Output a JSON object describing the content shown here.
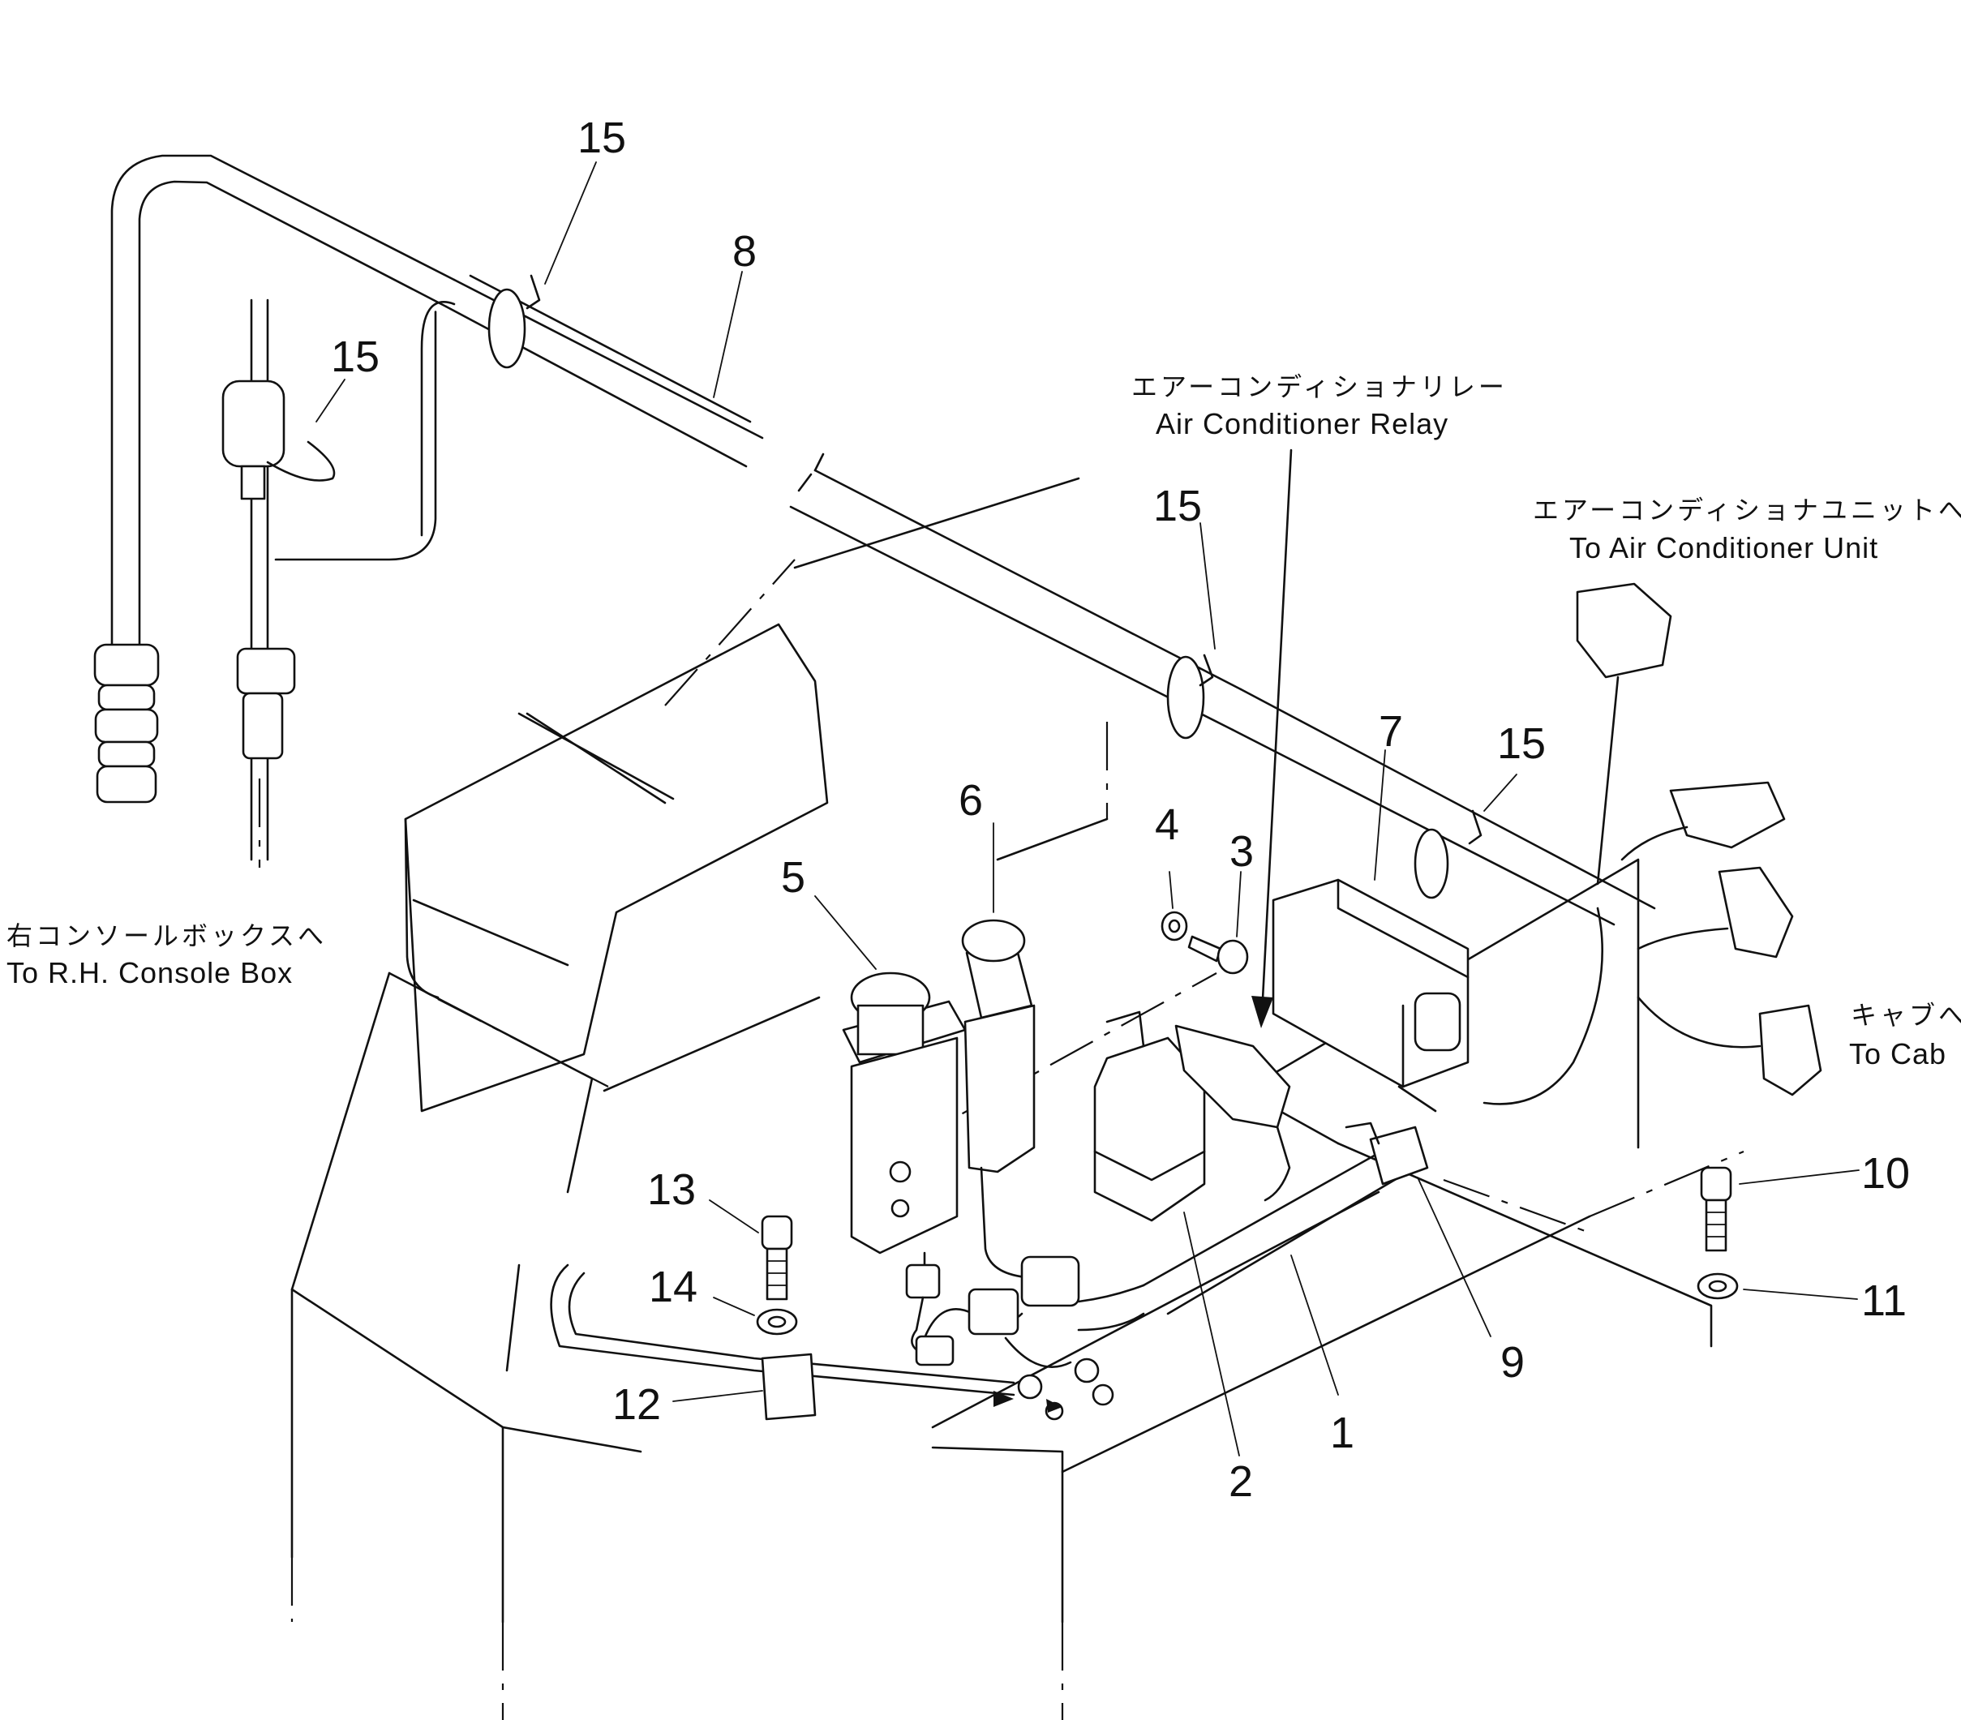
{
  "callouts": [
    {
      "id": "c15a",
      "label": "15"
    },
    {
      "id": "c15b",
      "label": "15"
    },
    {
      "id": "c15c",
      "label": "15"
    },
    {
      "id": "c15d",
      "label": "15"
    },
    {
      "id": "c8",
      "label": "8"
    },
    {
      "id": "c7",
      "label": "7"
    },
    {
      "id": "c6",
      "label": "6"
    },
    {
      "id": "c5",
      "label": "5"
    },
    {
      "id": "c4",
      "label": "4"
    },
    {
      "id": "c3",
      "label": "3"
    },
    {
      "id": "c13",
      "label": "13"
    },
    {
      "id": "c14",
      "label": "14"
    },
    {
      "id": "c12",
      "label": "12"
    },
    {
      "id": "c10",
      "label": "10"
    },
    {
      "id": "c11",
      "label": "11"
    },
    {
      "id": "c9",
      "label": "9"
    },
    {
      "id": "c1",
      "label": "1"
    },
    {
      "id": "c2",
      "label": "2"
    }
  ],
  "captions": {
    "relay_jp": "エアーコンディショナリレー",
    "relay_en": "Air Conditioner Relay",
    "unit_jp": "エアーコンディショナユニットへ",
    "unit_en": "To Air Conditioner Unit",
    "console_jp": "右コンソールボックスへ",
    "console_en": "To R.H. Console Box",
    "cab_jp": "キャブへ",
    "cab_en": "To Cab"
  }
}
